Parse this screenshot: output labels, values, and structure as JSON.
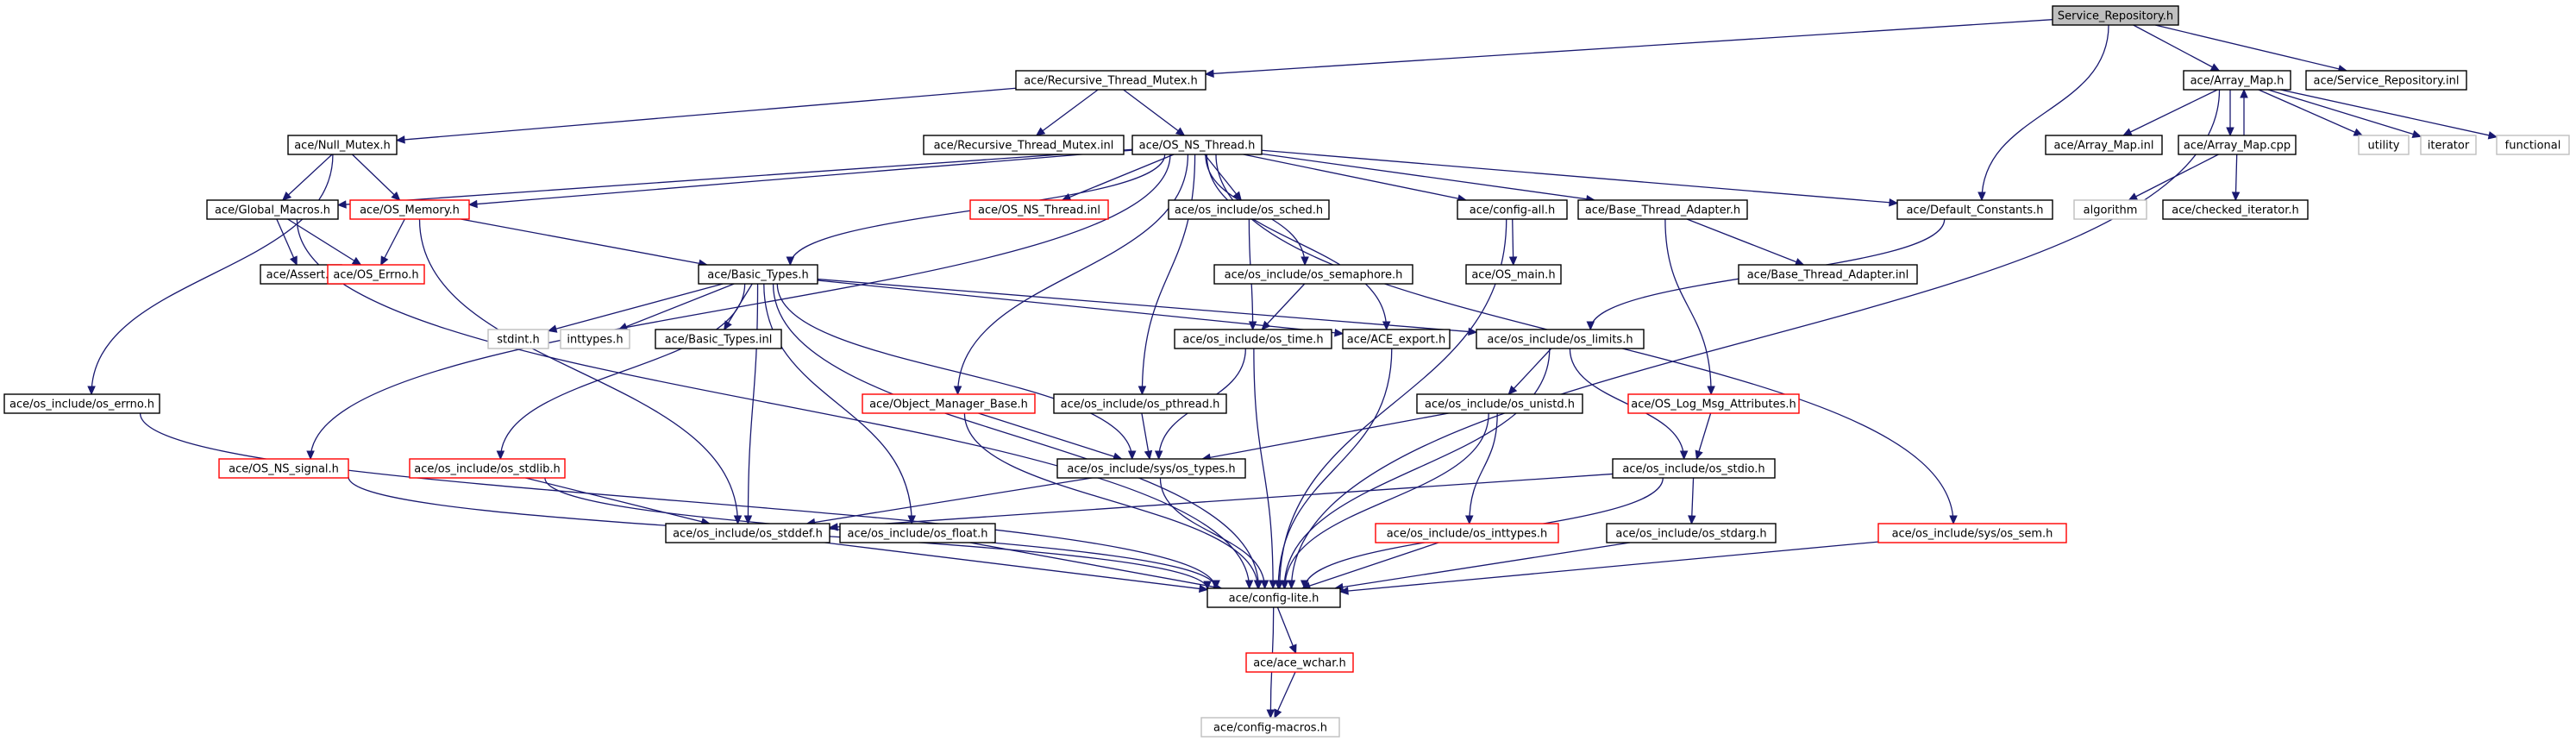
{
  "colors": {
    "edge": "#191970",
    "node_border_normal": "#000000",
    "node_border_incomplete": "#ff0000",
    "node_border_external": "#bfbfbf",
    "node_fill_root": "#bfbfbf"
  },
  "nodes": [
    {
      "id": "svc_repo_h",
      "label": "Service_Repository.h",
      "kind": "root"
    },
    {
      "id": "rec_mutex_h",
      "label": "ace/Recursive_Thread_Mutex.h",
      "kind": "normal"
    },
    {
      "id": "array_map_h",
      "label": "ace/Array_Map.h",
      "kind": "normal"
    },
    {
      "id": "svc_repo_inl",
      "label": "ace/Service_Repository.inl",
      "kind": "normal"
    },
    {
      "id": "null_mutex_h",
      "label": "ace/Null_Mutex.h",
      "kind": "normal"
    },
    {
      "id": "rec_mutex_inl",
      "label": "ace/Recursive_Thread_Mutex.inl",
      "kind": "normal"
    },
    {
      "id": "os_ns_thread_h",
      "label": "ace/OS_NS_Thread.h",
      "kind": "normal"
    },
    {
      "id": "array_map_inl",
      "label": "ace/Array_Map.inl",
      "kind": "normal"
    },
    {
      "id": "array_map_cpp",
      "label": "ace/Array_Map.cpp",
      "kind": "normal"
    },
    {
      "id": "utility",
      "label": "utility",
      "kind": "external"
    },
    {
      "id": "iterator",
      "label": "iterator",
      "kind": "external"
    },
    {
      "id": "functional",
      "label": "functional",
      "kind": "external"
    },
    {
      "id": "global_macros_h",
      "label": "ace/Global_Macros.h",
      "kind": "normal"
    },
    {
      "id": "os_memory_h",
      "label": "ace/OS_Memory.h",
      "kind": "incomplete"
    },
    {
      "id": "os_ns_thread_inl",
      "label": "ace/OS_NS_Thread.inl",
      "kind": "incomplete"
    },
    {
      "id": "os_sched_h",
      "label": "ace/os_include/os_sched.h",
      "kind": "normal"
    },
    {
      "id": "config_all_h",
      "label": "ace/config-all.h",
      "kind": "normal"
    },
    {
      "id": "base_thread_adapter_h",
      "label": "ace/Base_Thread_Adapter.h",
      "kind": "normal"
    },
    {
      "id": "default_constants_h",
      "label": "ace/Default_Constants.h",
      "kind": "normal"
    },
    {
      "id": "algorithm",
      "label": "algorithm",
      "kind": "external"
    },
    {
      "id": "checked_iterator_h",
      "label": "ace/checked_iterator.h",
      "kind": "normal"
    },
    {
      "id": "assert_h",
      "label": "ace/Assert.h",
      "kind": "normal"
    },
    {
      "id": "os_errno_h",
      "label": "ace/OS_Errno.h",
      "kind": "incomplete"
    },
    {
      "id": "basic_types_h",
      "label": "ace/Basic_Types.h",
      "kind": "normal"
    },
    {
      "id": "os_semaphore_h",
      "label": "ace/os_include/os_semaphore.h",
      "kind": "normal"
    },
    {
      "id": "os_main_h",
      "label": "ace/OS_main.h",
      "kind": "normal"
    },
    {
      "id": "base_thread_adapter_inl",
      "label": "ace/Base_Thread_Adapter.inl",
      "kind": "normal"
    },
    {
      "id": "stdint_h",
      "label": "stdint.h",
      "kind": "external"
    },
    {
      "id": "inttypes_h",
      "label": "inttypes.h",
      "kind": "external"
    },
    {
      "id": "basic_types_inl",
      "label": "ace/Basic_Types.inl",
      "kind": "normal"
    },
    {
      "id": "os_time_h",
      "label": "ace/os_include/os_time.h",
      "kind": "normal"
    },
    {
      "id": "ace_export_h",
      "label": "ace/ACE_export.h",
      "kind": "normal"
    },
    {
      "id": "os_limits_h",
      "label": "ace/os_include/os_limits.h",
      "kind": "normal"
    },
    {
      "id": "os_include_errno_h",
      "label": "ace/os_include/os_errno.h",
      "kind": "normal"
    },
    {
      "id": "object_manager_base_h",
      "label": "ace/Object_Manager_Base.h",
      "kind": "incomplete"
    },
    {
      "id": "os_pthread_h",
      "label": "ace/os_include/os_pthread.h",
      "kind": "normal"
    },
    {
      "id": "os_unistd_h",
      "label": "ace/os_include/os_unistd.h",
      "kind": "normal"
    },
    {
      "id": "os_log_msg_attributes_h",
      "label": "ace/OS_Log_Msg_Attributes.h",
      "kind": "incomplete"
    },
    {
      "id": "os_ns_signal_h",
      "label": "ace/OS_NS_signal.h",
      "kind": "incomplete"
    },
    {
      "id": "os_stdlib_h",
      "label": "ace/os_include/os_stdlib.h",
      "kind": "incomplete"
    },
    {
      "id": "sys_os_types_h",
      "label": "ace/os_include/sys/os_types.h",
      "kind": "normal"
    },
    {
      "id": "os_stdio_h",
      "label": "ace/os_include/os_stdio.h",
      "kind": "normal"
    },
    {
      "id": "os_stddef_h",
      "label": "ace/os_include/os_stddef.h",
      "kind": "normal"
    },
    {
      "id": "os_float_h",
      "label": "ace/os_include/os_float.h",
      "kind": "normal"
    },
    {
      "id": "os_inttypes_h",
      "label": "ace/os_include/os_inttypes.h",
      "kind": "incomplete"
    },
    {
      "id": "os_stdarg_h",
      "label": "ace/os_include/os_stdarg.h",
      "kind": "normal"
    },
    {
      "id": "sys_os_sem_h",
      "label": "ace/os_include/sys/os_sem.h",
      "kind": "incomplete"
    },
    {
      "id": "config_lite_h",
      "label": "ace/config-lite.h",
      "kind": "normal"
    },
    {
      "id": "ace_wchar_h",
      "label": "ace/ace_wchar.h",
      "kind": "incomplete"
    },
    {
      "id": "config_macros_h",
      "label": "ace/config-macros.h",
      "kind": "external"
    }
  ],
  "edges": [
    [
      "svc_repo_h",
      "rec_mutex_h"
    ],
    [
      "svc_repo_h",
      "array_map_h"
    ],
    [
      "svc_repo_h",
      "svc_repo_inl"
    ],
    [
      "svc_repo_h",
      "default_constants_h"
    ],
    [
      "rec_mutex_h",
      "null_mutex_h"
    ],
    [
      "rec_mutex_h",
      "rec_mutex_inl"
    ],
    [
      "rec_mutex_h",
      "os_ns_thread_h"
    ],
    [
      "array_map_h",
      "array_map_inl"
    ],
    [
      "array_map_h",
      "array_map_cpp"
    ],
    [
      "array_map_h",
      "utility"
    ],
    [
      "array_map_h",
      "iterator"
    ],
    [
      "array_map_h",
      "functional"
    ],
    [
      "array_map_h",
      "config_lite_h"
    ],
    [
      "array_map_cpp",
      "array_map_h"
    ],
    [
      "array_map_cpp",
      "algorithm"
    ],
    [
      "array_map_cpp",
      "checked_iterator_h"
    ],
    [
      "null_mutex_h",
      "global_macros_h"
    ],
    [
      "null_mutex_h",
      "os_memory_h"
    ],
    [
      "null_mutex_h",
      "os_include_errno_h"
    ],
    [
      "os_ns_thread_h",
      "global_macros_h"
    ],
    [
      "os_ns_thread_h",
      "os_memory_h"
    ],
    [
      "os_ns_thread_h",
      "os_ns_thread_inl"
    ],
    [
      "os_ns_thread_h",
      "os_sched_h"
    ],
    [
      "os_ns_thread_h",
      "config_all_h"
    ],
    [
      "os_ns_thread_h",
      "base_thread_adapter_h"
    ],
    [
      "os_ns_thread_h",
      "default_constants_h"
    ],
    [
      "os_ns_thread_h",
      "basic_types_h"
    ],
    [
      "os_ns_thread_h",
      "os_semaphore_h"
    ],
    [
      "os_ns_thread_h",
      "ace_export_h"
    ],
    [
      "os_ns_thread_h",
      "object_manager_base_h"
    ],
    [
      "os_ns_thread_h",
      "os_pthread_h"
    ],
    [
      "os_ns_thread_h",
      "os_ns_signal_h"
    ],
    [
      "os_ns_thread_h",
      "sys_os_sem_h"
    ],
    [
      "global_macros_h",
      "assert_h"
    ],
    [
      "global_macros_h",
      "os_errno_h"
    ],
    [
      "global_macros_h",
      "config_lite_h"
    ],
    [
      "os_memory_h",
      "os_errno_h"
    ],
    [
      "os_memory_h",
      "basic_types_h"
    ],
    [
      "os_memory_h",
      "os_stddef_h"
    ],
    [
      "os_sched_h",
      "os_time_h"
    ],
    [
      "os_semaphore_h",
      "os_time_h"
    ],
    [
      "config_all_h",
      "os_main_h"
    ],
    [
      "config_all_h",
      "config_lite_h"
    ],
    [
      "base_thread_adapter_h",
      "base_thread_adapter_inl"
    ],
    [
      "base_thread_adapter_h",
      "os_log_msg_attributes_h"
    ],
    [
      "default_constants_h",
      "os_limits_h"
    ],
    [
      "basic_types_h",
      "stdint_h"
    ],
    [
      "basic_types_h",
      "inttypes_h"
    ],
    [
      "basic_types_h",
      "basic_types_inl"
    ],
    [
      "basic_types_h",
      "ace_export_h"
    ],
    [
      "basic_types_h",
      "os_limits_h"
    ],
    [
      "basic_types_h",
      "os_stdlib_h"
    ],
    [
      "basic_types_h",
      "os_stddef_h"
    ],
    [
      "basic_types_h",
      "os_float_h"
    ],
    [
      "basic_types_h",
      "sys_os_types_h"
    ],
    [
      "basic_types_h",
      "config_lite_h"
    ],
    [
      "os_time_h",
      "sys_os_types_h"
    ],
    [
      "os_time_h",
      "config_lite_h"
    ],
    [
      "ace_export_h",
      "config_lite_h"
    ],
    [
      "os_limits_h",
      "os_unistd_h"
    ],
    [
      "os_limits_h",
      "os_stdio_h"
    ],
    [
      "os_limits_h",
      "config_lite_h"
    ],
    [
      "os_include_errno_h",
      "config_lite_h"
    ],
    [
      "object_manager_base_h",
      "sys_os_types_h"
    ],
    [
      "object_manager_base_h",
      "config_lite_h"
    ],
    [
      "os_pthread_h",
      "sys_os_types_h"
    ],
    [
      "os_unistd_h",
      "sys_os_types_h"
    ],
    [
      "os_unistd_h",
      "os_inttypes_h"
    ],
    [
      "os_unistd_h",
      "config_lite_h"
    ],
    [
      "os_log_msg_attributes_h",
      "os_stdio_h"
    ],
    [
      "os_ns_signal_h",
      "config_lite_h"
    ],
    [
      "os_stdlib_h",
      "os_stddef_h"
    ],
    [
      "os_stdlib_h",
      "config_lite_h"
    ],
    [
      "sys_os_types_h",
      "os_stddef_h"
    ],
    [
      "sys_os_types_h",
      "config_lite_h"
    ],
    [
      "os_stdio_h",
      "os_stddef_h"
    ],
    [
      "os_stdio_h",
      "os_stdarg_h"
    ],
    [
      "os_stdio_h",
      "config_lite_h"
    ],
    [
      "os_stddef_h",
      "config_lite_h"
    ],
    [
      "os_float_h",
      "config_lite_h"
    ],
    [
      "os_inttypes_h",
      "config_lite_h"
    ],
    [
      "os_stdarg_h",
      "config_lite_h"
    ],
    [
      "sys_os_sem_h",
      "config_lite_h"
    ],
    [
      "config_lite_h",
      "ace_wchar_h"
    ],
    [
      "config_lite_h",
      "config_macros_h"
    ],
    [
      "ace_wchar_h",
      "config_macros_h"
    ]
  ]
}
